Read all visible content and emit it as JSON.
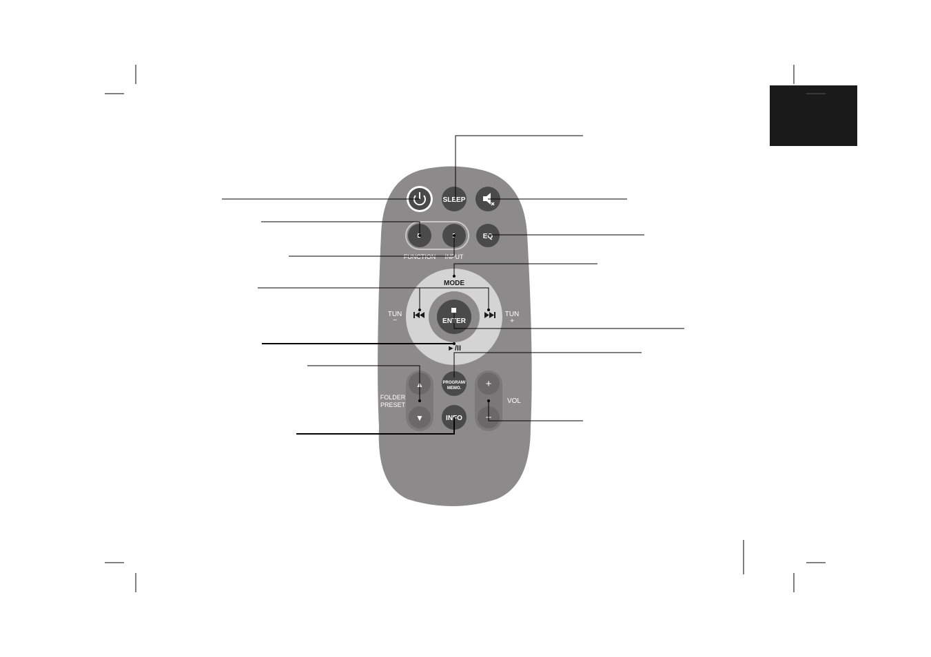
{
  "remote": {
    "sleep_label": "SLEEP",
    "eq_label": "EQ",
    "function_label": "FUNCTION",
    "input_label": "INPUT",
    "mode_label": "MODE",
    "tun_minus_label": "TUN",
    "tun_minus_sign": "−",
    "tun_plus_label": "TUN",
    "tun_plus_sign": "+",
    "enter_label": "ENTER",
    "play_pause_label": "►/II",
    "program_label_1": "PROGRAM/",
    "program_label_2": "MEMO.",
    "folder_label": "FOLDER",
    "preset_label": "PRESET",
    "info_label": "INFO",
    "vol_label": "VOL",
    "vol_plus_sign": "+",
    "vol_minus_sign": "−",
    "up_arrow": "▲",
    "down_arrow": "▼",
    "prev_symbol": "I◄◄",
    "next_symbol": "►►I"
  },
  "icons": {
    "power": "power-icon",
    "mute": "mute-icon",
    "stop": "stop-icon",
    "prev": "skip-back-icon",
    "next": "skip-forward-icon"
  },
  "colors": {
    "remote_body": "#8c8a8b",
    "button": "#4a4a4a",
    "dpad_ring": "#d4d4d4",
    "corner_tab": "#1a1a1a"
  }
}
